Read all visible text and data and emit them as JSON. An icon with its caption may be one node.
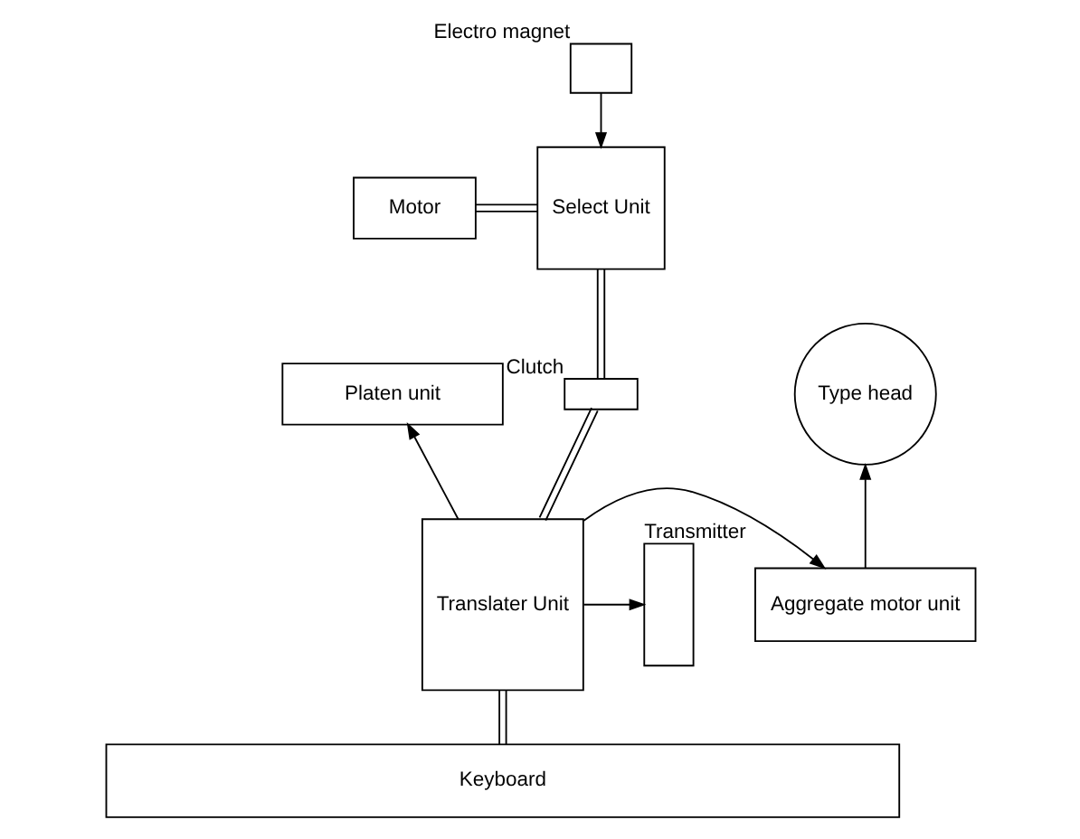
{
  "diagram": {
    "nodes": [
      {
        "text": [
          "Motor"
        ]
      },
      {
        "text": [
          "Select Unit"
        ]
      },
      {
        "text": [],
        "shape": "box",
        "beside": [
          "Electro magnet"
        ]
      },
      {
        "text": [
          "Platen unit"
        ]
      },
      {
        "text": [
          "Type head"
        ]
      },
      {
        "text": [
          "Aggregate motor unit"
        ]
      },
      {
        "text": [],
        "shape": "box",
        "beside": [
          "Clutch"
        ]
      },
      {
        "text": [
          "Translater Unit"
        ]
      },
      {
        "text": [],
        "shape": "box",
        "beside": [
          "Transmitter"
        ]
      },
      {
        "text": [
          "Keyboard"
        ]
      }
    ],
    "edges": [
      {
        "from": 0,
        "to": 1,
        "arrow": "none"
      },
      {
        "from": 2,
        "to": 1,
        "arrow": "to"
      },
      {
        "from": 1,
        "to": 6,
        "arrow": "none"
      },
      {
        "from": 6,
        "to": 7,
        "arrow": "none"
      },
      {
        "from": 7,
        "to": 3,
        "arrow": "to"
      },
      {
        "from": 5,
        "to": 4,
        "arrow": "to"
      },
      {
        "from": 7,
        "to": 5,
        "arrow": "to"
      },
      {
        "from": 7,
        "to": 8,
        "arrow": "to"
      },
      {
        "from": 9,
        "to": 7,
        "arrow": "none"
      }
    ]
  }
}
